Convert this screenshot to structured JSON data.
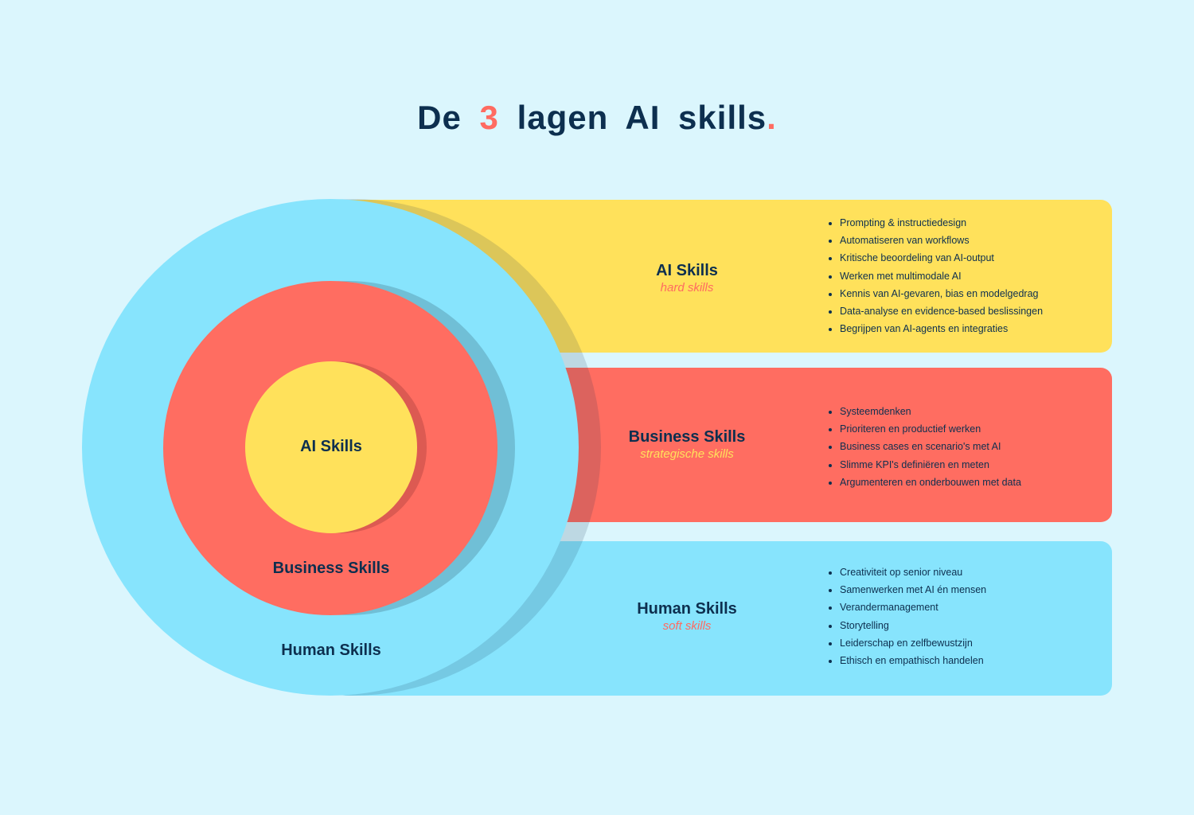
{
  "title": {
    "part1": "De",
    "number": "3",
    "part2": "lagen AI skills",
    "dot": "."
  },
  "colors": {
    "navy": "#0d2f4f",
    "coral": "#ff6b61",
    "yellow": "#ffe15b",
    "red": "#ff6d61",
    "blue": "#87e4fd",
    "background": "#dbf6fd"
  },
  "circles": {
    "inner": "AI Skills",
    "middle": "Business Skills",
    "outer": "Human Skills"
  },
  "bands": [
    {
      "name": "AI Skills",
      "sub": "hard skills",
      "items": [
        "Prompting & instructiedesign",
        "Automatiseren van workflows",
        "Kritische beoordeling van AI-output",
        "Werken met multimodale AI",
        "Kennis van AI-gevaren, bias en modelgedrag",
        "Data-analyse en evidence-based beslissingen",
        "Begrijpen van AI-agents en integraties"
      ]
    },
    {
      "name": "Business Skills",
      "sub": "strategische skills",
      "items": [
        "Systeemdenken",
        "Prioriteren en productief werken",
        "Business cases en scenario's met AI",
        "Slimme KPI's definiëren en meten",
        "Argumenteren en onderbouwen met data"
      ]
    },
    {
      "name": "Human Skills",
      "sub": "soft skills",
      "items": [
        "Creativiteit op senior niveau",
        "Samenwerken met AI én mensen",
        "Verandermanagement",
        "Storytelling",
        "Leiderschap en zelfbewustzijn",
        "Ethisch en empathisch handelen"
      ]
    }
  ]
}
